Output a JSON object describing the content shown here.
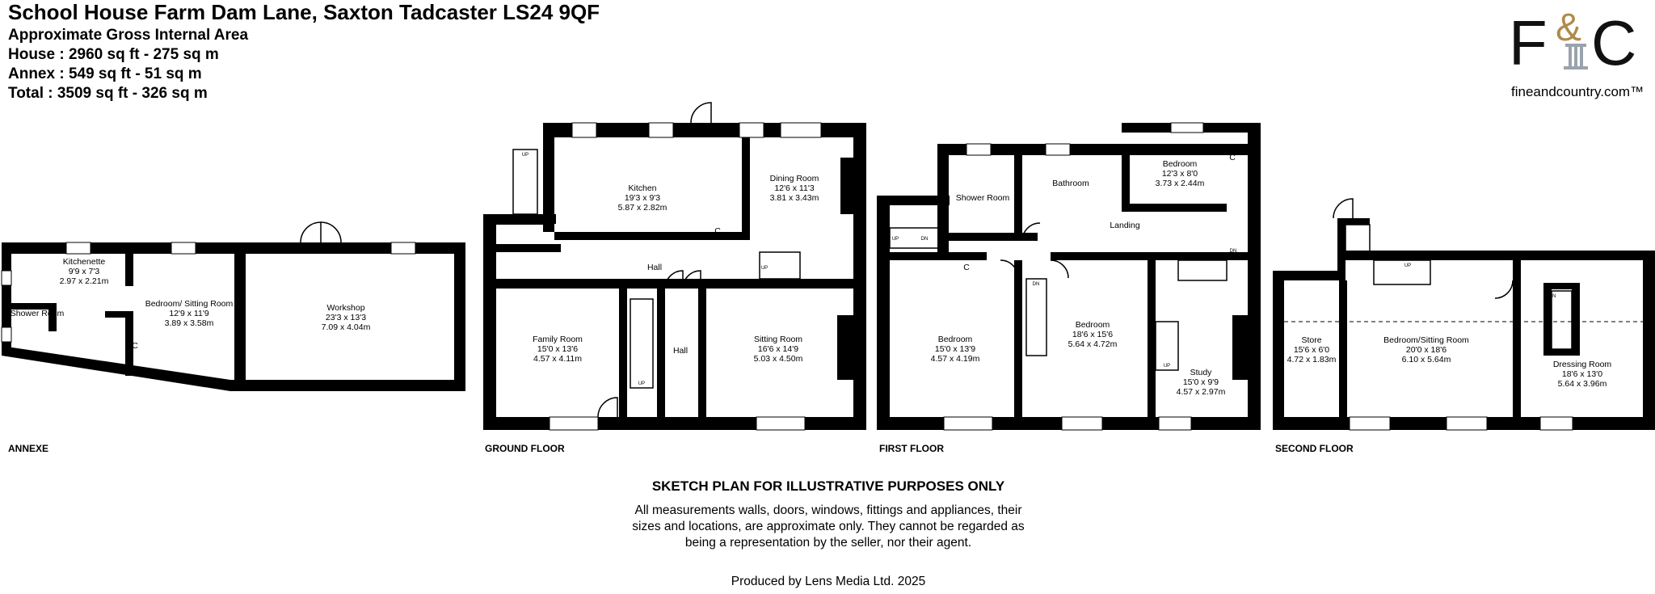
{
  "header": {
    "title": "School House Farm Dam Lane, Saxton Tadcaster LS24 9QF",
    "area_heading": "Approximate Gross Internal Area",
    "house_area": "House : 2960 sq ft - 275 sq m",
    "annex_area": "Annex : 549 sq ft - 51 sq m",
    "total_area": "Total : 3509 sq ft - 326 sq m"
  },
  "logo": {
    "monogram": "F&C",
    "website": "fineandcountry.com™"
  },
  "floors": {
    "annexe": {
      "label": "ANNEXE",
      "rooms": [
        {
          "name": "Kitchenette",
          "dims_imperial": "9'9 x 7'3",
          "dims_metric": "2.97 x 2.21m"
        },
        {
          "name": "Shower Room"
        },
        {
          "name": "Bedroom/ Sitting Room",
          "dims_imperial": "12'9 x 11'9",
          "dims_metric": "3.89 x 3.58m"
        },
        {
          "name": "Workshop",
          "dims_imperial": "23'3 x 13'3",
          "dims_metric": "7.09 x 4.04m"
        },
        {
          "name": "C"
        }
      ]
    },
    "ground": {
      "label": "GROUND FLOOR",
      "rooms": [
        {
          "name": "Kitchen",
          "dims_imperial": "19'3 x 9'3",
          "dims_metric": "5.87 x 2.82m"
        },
        {
          "name": "Dining Room",
          "dims_imperial": "12'6 x 11'3",
          "dims_metric": "3.81 x 3.43m"
        },
        {
          "name": "Hall"
        },
        {
          "name": "Family Room",
          "dims_imperial": "15'0 x 13'6",
          "dims_metric": "4.57 x 4.11m"
        },
        {
          "name": "Hall"
        },
        {
          "name": "Sitting Room",
          "dims_imperial": "16'6 x 14'9",
          "dims_metric": "5.03 x 4.50m"
        },
        {
          "name": "C"
        }
      ]
    },
    "first": {
      "label": "FIRST FLOOR",
      "rooms": [
        {
          "name": "Shower Room"
        },
        {
          "name": "Bathroom"
        },
        {
          "name": "Bedroom",
          "dims_imperial": "12'3 x 8'0",
          "dims_metric": "3.73 x 2.44m"
        },
        {
          "name": "Landing"
        },
        {
          "name": "Bedroom",
          "dims_imperial": "15'0 x 13'9",
          "dims_metric": "4.57 x 4.19m"
        },
        {
          "name": "Bedroom",
          "dims_imperial": "18'6 x 15'6",
          "dims_metric": "5.64 x 4.72m"
        },
        {
          "name": "Study",
          "dims_imperial": "15'0 x 9'9",
          "dims_metric": "4.57 x 2.97m"
        },
        {
          "name": "C"
        },
        {
          "name": "C"
        }
      ]
    },
    "second": {
      "label": "SECOND FLOOR",
      "rooms": [
        {
          "name": "Store",
          "dims_imperial": "15'6 x 6'0",
          "dims_metric": "4.72 x 1.83m"
        },
        {
          "name": "Bedroom/Sitting Room",
          "dims_imperial": "20'0 x 18'6",
          "dims_metric": "6.10 x 5.64m"
        },
        {
          "name": "Dressing Room",
          "dims_imperial": "18'6 x 13'0",
          "dims_metric": "5.64 x 3.96m"
        }
      ]
    }
  },
  "stair_labels": {
    "up": "UP",
    "dn": "DN"
  },
  "disclaimer": {
    "title": "SKETCH PLAN FOR ILLUSTRATIVE PURPOSES ONLY",
    "line1": "All measurements walls, doors, windows, fittings and appliances, their",
    "line2": "sizes and locations, are approximate only. They cannot be regarded as",
    "line3": "being a representation by the seller, nor their agent."
  },
  "credit": "Produced by Lens Media Ltd. 2025",
  "colors": {
    "wall": "#000000",
    "background": "#ffffff",
    "logo_accent": "#b08a4a"
  }
}
